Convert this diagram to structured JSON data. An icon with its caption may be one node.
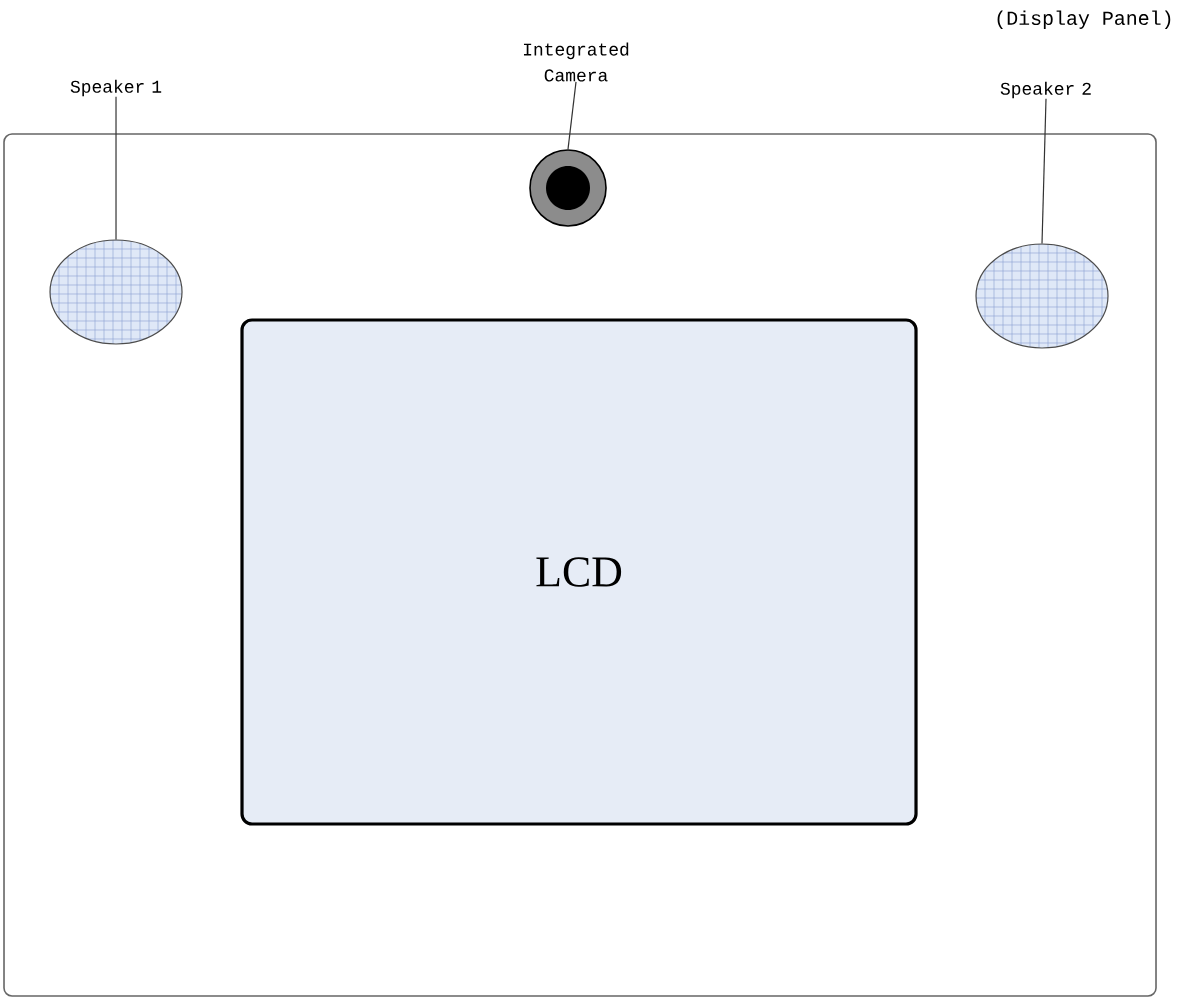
{
  "diagram": {
    "nodes": [
      {
        "text": [],
        "shape": "box"
      },
      {
        "text": [
          "Speaker 1"
        ]
      },
      {
        "text": [],
        "shape": "ellipse",
        "in": 0
      },
      {
        "text": [
          "Integrated Camera"
        ]
      },
      {
        "text": [],
        "shape": "circle",
        "in": 0
      },
      {
        "text": [
          "Speaker 2"
        ]
      },
      {
        "text": [],
        "shape": "ellipse",
        "in": 0
      },
      {
        "text": [
          "LCD"
        ],
        "in": 0
      }
    ],
    "edges": [
      {
        "from": 1,
        "to": 2,
        "arrow": "none"
      },
      {
        "from": 3,
        "to": 4,
        "arrow": "none"
      },
      {
        "from": 5,
        "to": 6,
        "arrow": "none"
      }
    ],
    "labels": [
      "(Display Panel)"
    ]
  }
}
